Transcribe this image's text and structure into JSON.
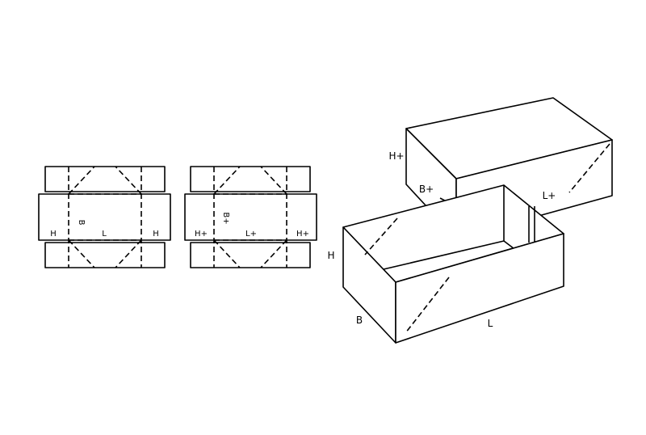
{
  "colors": {
    "background": "#ffffff",
    "line": "#000000"
  },
  "left_blank": {
    "label_h_left": "H",
    "label_b": "B",
    "label_l": "L",
    "label_h_right": "H"
  },
  "middle_blank": {
    "label_h_left": "H+",
    "label_b": "B+",
    "label_l": "L+",
    "label_h_right": "H+"
  },
  "lid": {
    "label_h": "H+",
    "label_b": "B+",
    "label_l": "L+"
  },
  "base": {
    "label_h": "H",
    "label_b": "B",
    "label_l": "L"
  }
}
